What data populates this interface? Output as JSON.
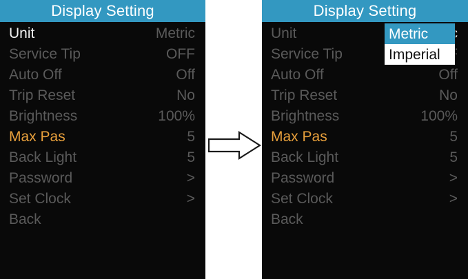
{
  "screen": {
    "title": "Display Setting",
    "header_color": "#3398c1",
    "background_color": "#090909",
    "dim_text_color": "#5a5a5a",
    "bright_text_color": "#f2f2f2",
    "accent_text_color": "#e8a03c"
  },
  "panels": [
    {
      "id": "before",
      "title": "Display Setting",
      "rows": [
        {
          "label": "Unit",
          "value": "Metric",
          "state": "bright-label"
        },
        {
          "label": "Service Tip",
          "value": "OFF",
          "state": "dim"
        },
        {
          "label": "Auto Off",
          "value": "Off",
          "state": "dim"
        },
        {
          "label": "Trip Reset",
          "value": "No",
          "state": "dim"
        },
        {
          "label": "Brightness",
          "value": "100%",
          "state": "dim"
        },
        {
          "label": "Max Pas",
          "value": "5",
          "state": "accent-both"
        },
        {
          "label": "Back Light",
          "value": "5",
          "state": "dim"
        },
        {
          "label": "Password",
          "value": ">",
          "state": "dim"
        },
        {
          "label": "Set Clock",
          "value": ">",
          "state": "dim"
        },
        {
          "label": "Back",
          "value": "",
          "state": "dim"
        }
      ],
      "dropdown": null
    },
    {
      "id": "after",
      "title": "Display Setting",
      "rows": [
        {
          "label": "Unit",
          "value": "Metric",
          "state": "bright-value"
        },
        {
          "label": "Service Tip",
          "value": "OFF",
          "state": "dim"
        },
        {
          "label": "Auto Off",
          "value": "Off",
          "state": "dim"
        },
        {
          "label": "Trip Reset",
          "value": "No",
          "state": "dim"
        },
        {
          "label": "Brightness",
          "value": "100%",
          "state": "dim"
        },
        {
          "label": "Max Pas",
          "value": "5",
          "state": "accent-both"
        },
        {
          "label": "Back Light",
          "value": "5",
          "state": "dim"
        },
        {
          "label": "Password",
          "value": ">",
          "state": "dim"
        },
        {
          "label": "Set Clock",
          "value": ">",
          "state": "dim"
        },
        {
          "label": "Back",
          "value": "",
          "state": "dim"
        }
      ],
      "dropdown": {
        "for_row": "Unit",
        "selected": "Metric",
        "options": [
          {
            "label": "Metric",
            "selected": true
          },
          {
            "label": "Imperial",
            "selected": false
          }
        ],
        "highlight_color": "#3398c1"
      }
    }
  ],
  "transition": {
    "icon": "arrow-right",
    "direction": "right"
  }
}
